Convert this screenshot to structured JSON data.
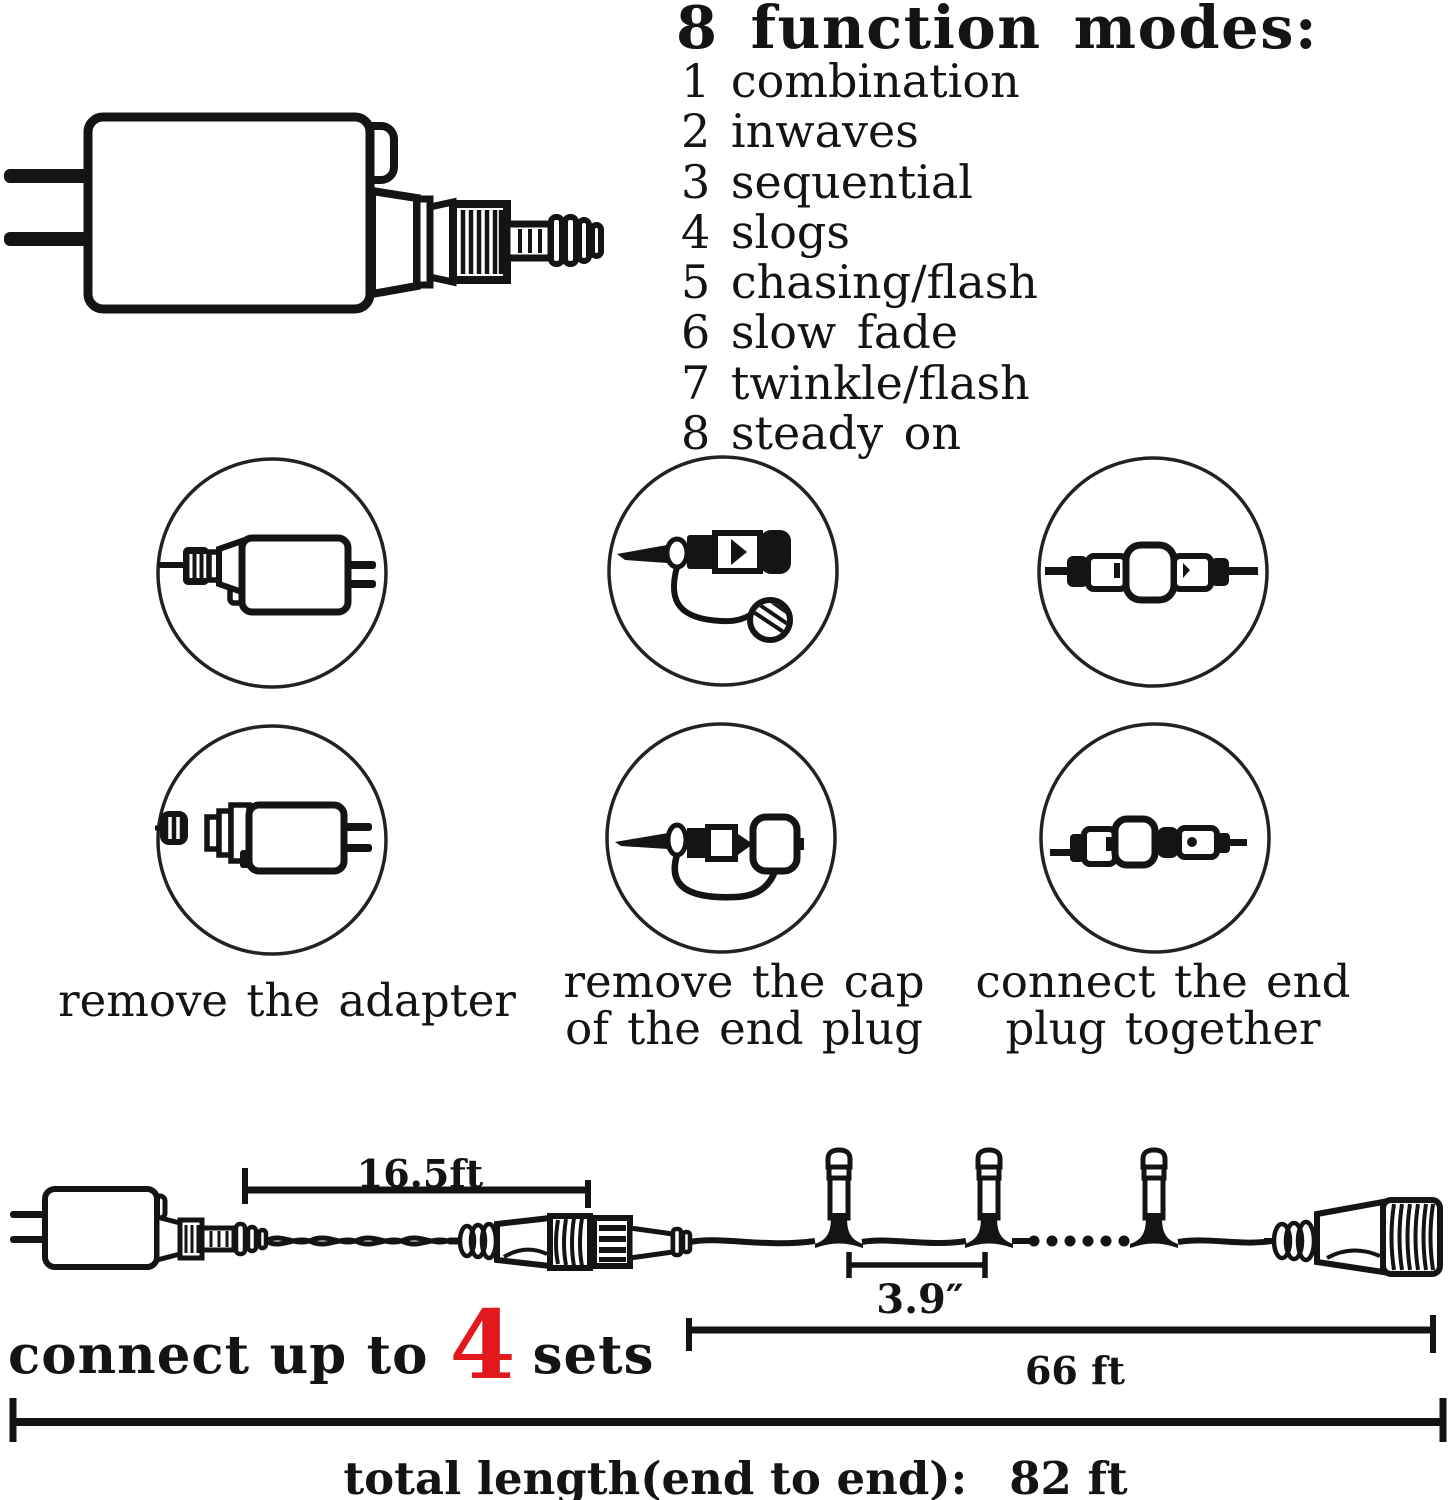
{
  "colors": {
    "ink": "#141414",
    "red": "#e2191c"
  },
  "function_modes": {
    "heading": "8 function modes:",
    "items": [
      "1 combination",
      "2 inwaves",
      "3 sequential",
      "4 slogs",
      "5 chasing/flash",
      "6 slow fade",
      "7 twinkle/flash",
      "8 steady on"
    ]
  },
  "steps": {
    "remove_adapter": {
      "caption": "remove the adapter"
    },
    "remove_cap": {
      "line1": "remove the cap",
      "line2": "of the end plug"
    },
    "connect_end": {
      "line1": "connect the end",
      "line2": "plug together"
    }
  },
  "measurements": {
    "lead_length": "16.5ft",
    "bulb_spacing": "3.9″",
    "string_length": "66 ft",
    "total_label": "total length(end to end):",
    "total_value": "82 ft"
  },
  "connect_note": {
    "prefix": "connect up to",
    "count": "4",
    "suffix": "sets"
  }
}
